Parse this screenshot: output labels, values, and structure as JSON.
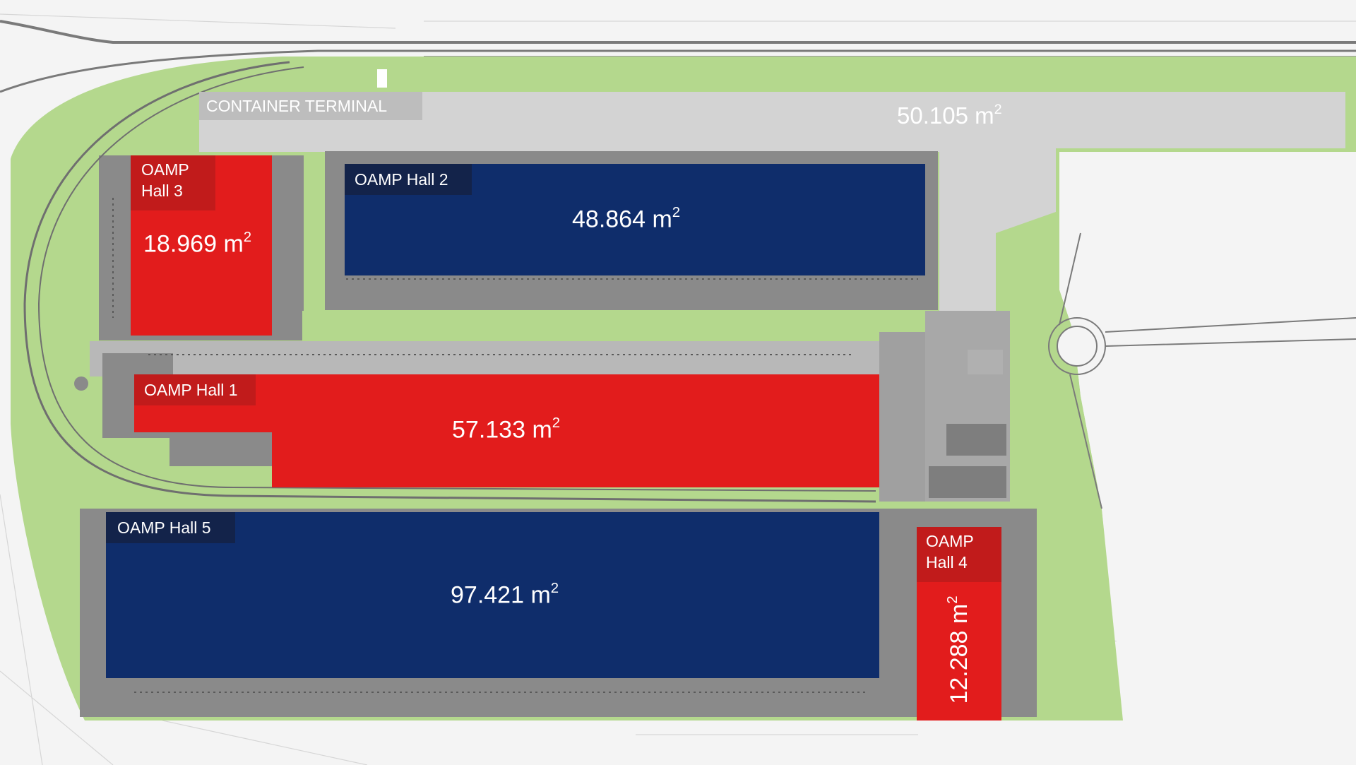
{
  "colors": {
    "red": "#e21c1c",
    "red_label": "#c11b1b",
    "navy": "#0f2d6b",
    "navy_label": "#13234a",
    "terminal": "#d3d3d3",
    "terminal_label": "#bdbdbd",
    "grass": "#b4d88d",
    "paving": "#8a8a8a",
    "background": "#f4f4f4"
  },
  "container_terminal": {
    "label": "CONTAINER TERMINAL",
    "area": "50.105 m",
    "unit_sup": "2"
  },
  "halls": [
    {
      "id": "hall3",
      "name": "OAMP Hall 3",
      "name_line1": "OAMP",
      "name_line2": "Hall 3",
      "area": "18.969 m",
      "unit_sup": "2",
      "color": "red"
    },
    {
      "id": "hall2",
      "name": "OAMP Hall 2",
      "area": "48.864 m",
      "unit_sup": "2",
      "color": "navy"
    },
    {
      "id": "hall1",
      "name": "OAMP Hall 1",
      "area": "57.133 m",
      "unit_sup": "2",
      "color": "red"
    },
    {
      "id": "hall5",
      "name": "OAMP Hall 5",
      "area": "97.421 m",
      "unit_sup": "2",
      "color": "navy"
    },
    {
      "id": "hall4",
      "name": "OAMP Hall 4",
      "name_line1": "OAMP",
      "name_line2": "Hall 4",
      "area": "12.288 m",
      "unit_sup": "2",
      "color": "red"
    }
  ]
}
